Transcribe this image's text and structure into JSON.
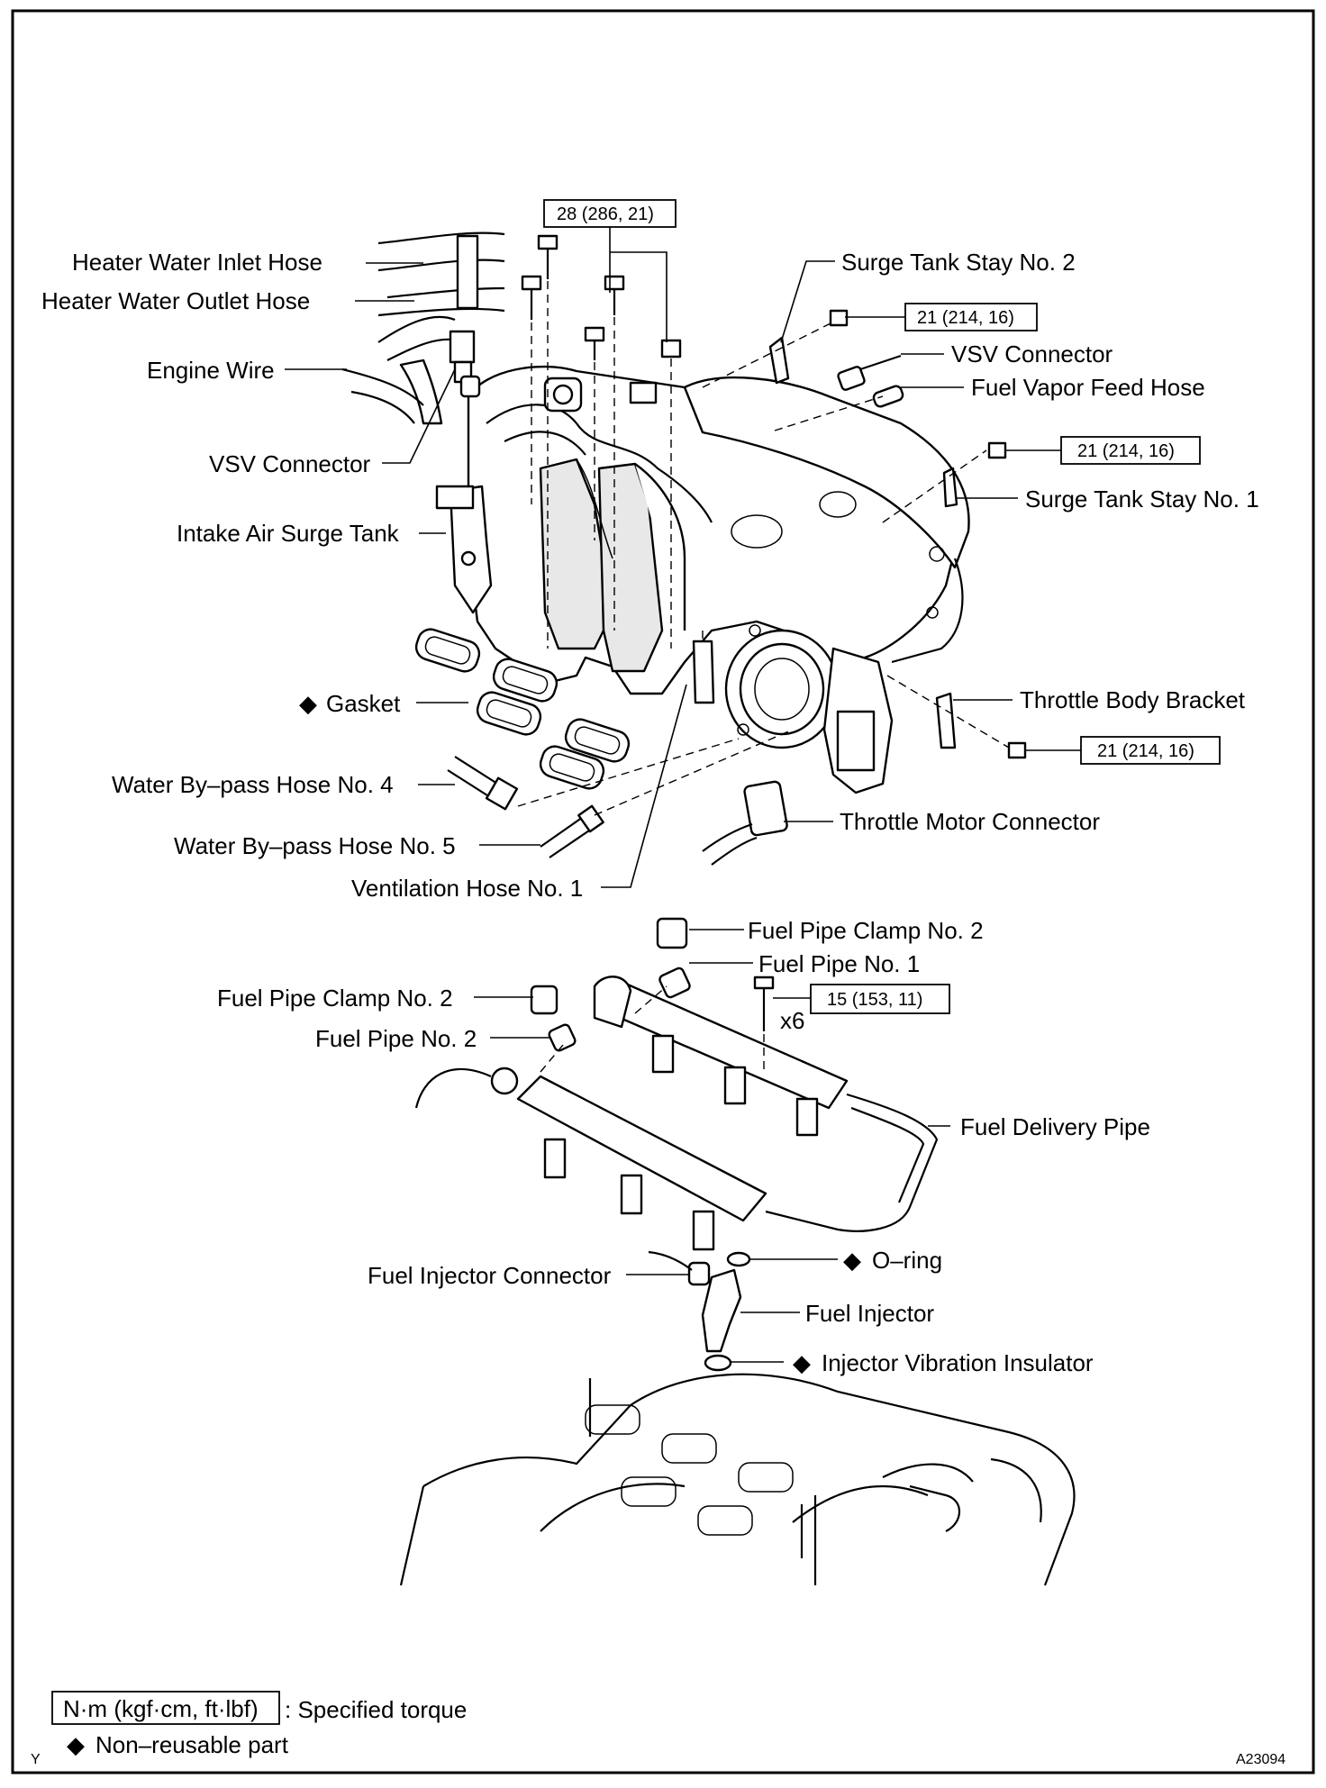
{
  "labels": {
    "heater_water_inlet_hose": "Heater Water Inlet Hose",
    "heater_water_outlet_hose": "Heater Water Outlet Hose",
    "engine_wire": "Engine Wire",
    "vsv_connector_left": "VSV Connector",
    "intake_air_surge_tank": "Intake Air Surge Tank",
    "gasket": "Gasket",
    "water_bypass_hose_4": "Water By–pass Hose No. 4",
    "water_bypass_hose_5": "Water By–pass Hose No. 5",
    "ventilation_hose_1": "Ventilation Hose No. 1",
    "surge_tank_stay_2": "Surge Tank Stay No. 2",
    "vsv_connector_right": "VSV Connector",
    "fuel_vapor_feed_hose": "Fuel Vapor Feed Hose",
    "surge_tank_stay_1": "Surge Tank Stay No. 1",
    "throttle_body_bracket": "Throttle Body Bracket",
    "throttle_motor_connector": "Throttle Motor Connector",
    "fuel_pipe_clamp_2_right": "Fuel Pipe Clamp No. 2",
    "fuel_pipe_1": "Fuel Pipe No. 1",
    "fuel_pipe_clamp_2_left": "Fuel Pipe Clamp No. 2",
    "fuel_pipe_2": "Fuel Pipe No. 2",
    "fuel_delivery_pipe": "Fuel Delivery Pipe",
    "o_ring": "O–ring",
    "fuel_injector_connector": "Fuel Injector Connector",
    "fuel_injector": "Fuel Injector",
    "injector_vibration_insulator": "Injector Vibration Insulator"
  },
  "torques": {
    "surge_tank_bolts": "28 (286, 21)",
    "stay_2": "21 (214, 16)",
    "stay_1": "21 (214, 16)",
    "throttle_bracket": "21 (214, 16)",
    "delivery_pipe_bolt": "15 (153, 11)"
  },
  "quantity_delivery_bolts": "x6",
  "non_reusable_symbol": "◆",
  "legend": {
    "torque_unit": "N·m (kgf·cm, ft·lbf)",
    "torque_text": ": Specified torque",
    "non_reusable_text": "Non–reusable part"
  },
  "corner_mark": "Y",
  "figure_id": "A23094"
}
